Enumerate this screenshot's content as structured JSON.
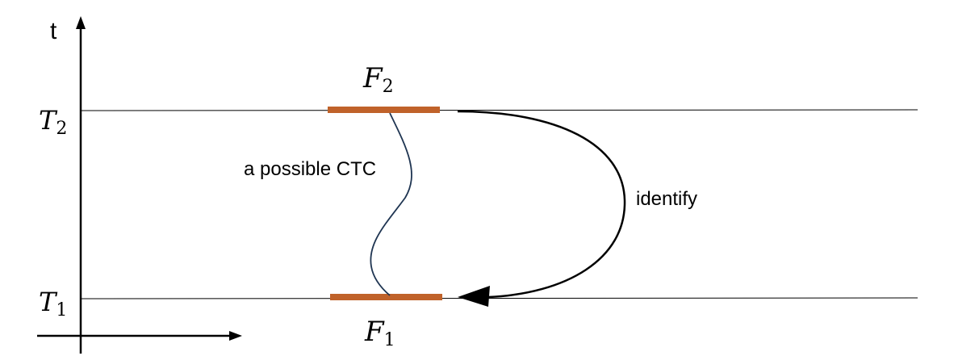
{
  "axes": {
    "t_label": "t"
  },
  "levels": {
    "t2_symbol": "T",
    "t2_sub": "2",
    "t1_symbol": "T",
    "t1_sub": "1"
  },
  "surfaces": {
    "f2_symbol": "F",
    "f2_sub": "2",
    "f1_symbol": "F",
    "f1_sub": "1",
    "color": "#c0622a"
  },
  "labels": {
    "ctc": "a possible CTC",
    "identify": "identify"
  },
  "colors": {
    "ctc_curve": "#1f3552",
    "lines": "#000000"
  }
}
